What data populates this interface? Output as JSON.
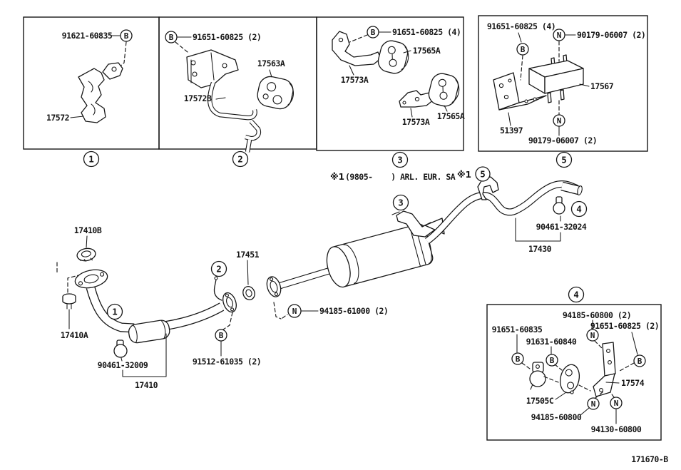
{
  "page": {
    "drawing_code": "171670-B"
  },
  "symbols": {
    "b": "B",
    "n": "N"
  },
  "callout_numbers": {
    "n1": "1",
    "n2": "2",
    "n3": "3",
    "n4": "4",
    "n5": "5"
  },
  "note": {
    "ref": "※1",
    "body": "(9805-    ) ARL. EUR. SA"
  },
  "inset1": {
    "fastener_code": "91621-60835",
    "bracket": "17572"
  },
  "inset2": {
    "fastener_code": "91651-60825 (2)",
    "bracket": "17572B",
    "hanger": "17563A"
  },
  "inset3": {
    "fastener_code": "91651-60825 (4)",
    "bracket_upper": "17573A",
    "hanger_upper": "17565A",
    "bracket_lower": "17573A",
    "hanger_lower": "17565A"
  },
  "inset5": {
    "fastener_code": "91651-60825 (4)",
    "nut_code_upper": "90179-06007 (2)",
    "nut_code_lower": "90179-06007 (2)",
    "insulator": "17567",
    "bracket": "51397"
  },
  "inset4": {
    "nut_code_top": "94185-60800 (2)",
    "bolt_code_right": "91651-60825 (2)",
    "bolt_code_left": "91651-60835",
    "bolt_code_mid": "91631-60840",
    "bracket": "17574",
    "clamp": "17505C",
    "nut_code_bottom_left": "94185-60800",
    "nut_code_bottom_right": "94130-60800"
  },
  "main": {
    "front_gasket": "17410B",
    "front_bolt": "17410A",
    "front_clamp": "90461-32009",
    "front_pipe": "17410",
    "center_gasket": "17451",
    "flange_bolt_code": "91512-61035 (2)",
    "muffler_nut_code": "94185-61000 (2)",
    "tail_clamp": "90461-32024",
    "tail_pipe": "17430"
  }
}
